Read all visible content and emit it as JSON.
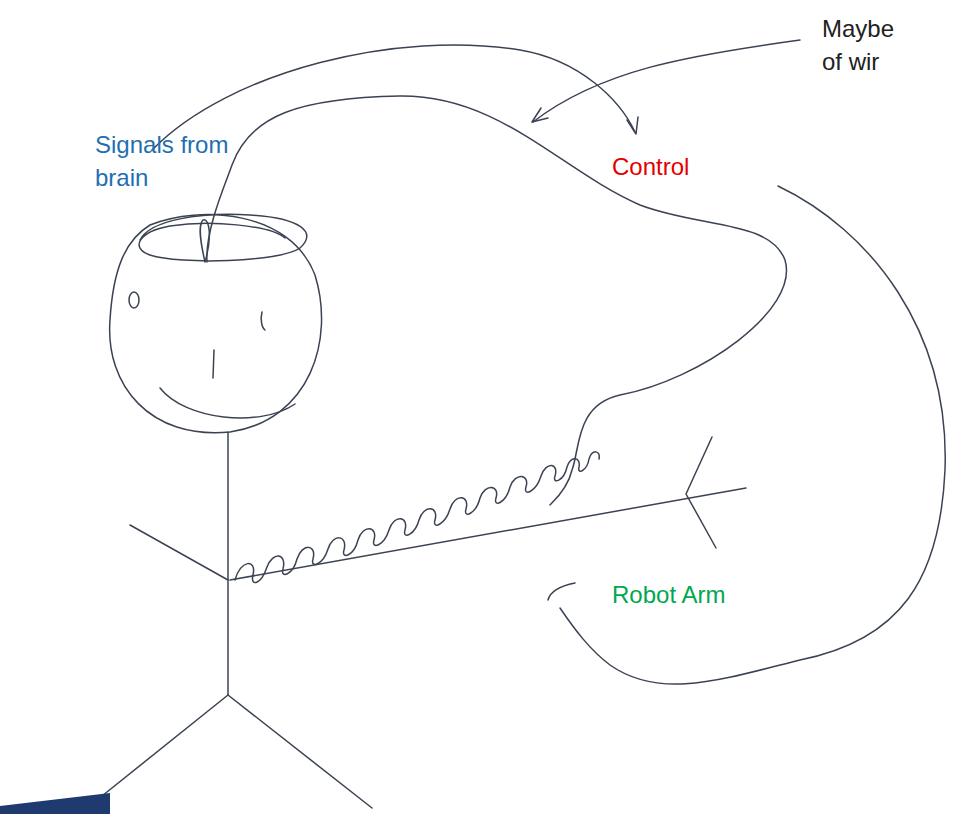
{
  "diagram": {
    "labels": [
      "Signals from brain",
      "Control",
      "Robot Arm",
      "Maybe of wir"
    ]
  }
}
